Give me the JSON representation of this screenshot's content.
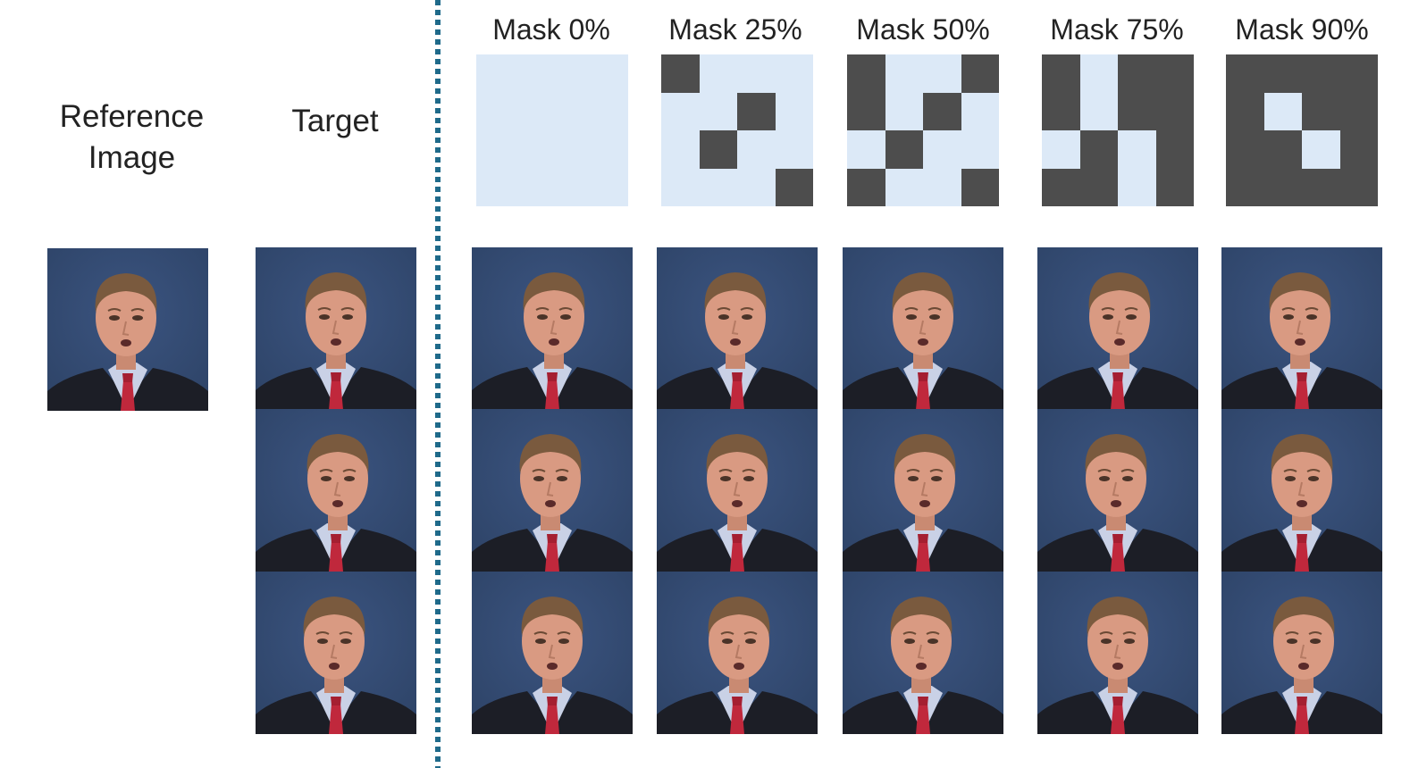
{
  "labels": {
    "reference": "Reference Image",
    "reference_line1": "Reference",
    "reference_line2": "Image",
    "target": "Target"
  },
  "mask_headers": [
    "Mask 0%",
    "Mask 25%",
    "Mask 50%",
    "Mask 75%",
    "Mask 90%"
  ],
  "mask_patterns": [
    [
      [
        0,
        0,
        0,
        0
      ],
      [
        0,
        0,
        0,
        0
      ],
      [
        0,
        0,
        0,
        0
      ],
      [
        0,
        0,
        0,
        0
      ]
    ],
    [
      [
        1,
        0,
        0,
        0
      ],
      [
        0,
        0,
        1,
        0
      ],
      [
        0,
        1,
        0,
        0
      ],
      [
        0,
        0,
        0,
        1
      ]
    ],
    [
      [
        1,
        0,
        0,
        1
      ],
      [
        1,
        0,
        1,
        0
      ],
      [
        0,
        1,
        0,
        0
      ],
      [
        1,
        0,
        0,
        1
      ]
    ],
    [
      [
        1,
        0,
        1,
        1
      ],
      [
        1,
        0,
        1,
        1
      ],
      [
        0,
        1,
        0,
        1
      ],
      [
        1,
        1,
        0,
        1
      ]
    ],
    [
      [
        1,
        1,
        1,
        1
      ],
      [
        1,
        0,
        1,
        1
      ],
      [
        1,
        1,
        0,
        1
      ],
      [
        1,
        1,
        1,
        1
      ]
    ]
  ],
  "colors": {
    "mask_masked": "#4d4d4d",
    "mask_visible": "#dce9f7",
    "divider": "#1f6a8a",
    "photo_background": "#2e4468",
    "suit": "#1c1e26",
    "shirt": "#c9d1e6",
    "tie": "#c0283c",
    "skin": "#d99a82",
    "hair": "#7a5a3e"
  },
  "image_content": "headshot-photo-man-suit-red-tie-blue-background"
}
